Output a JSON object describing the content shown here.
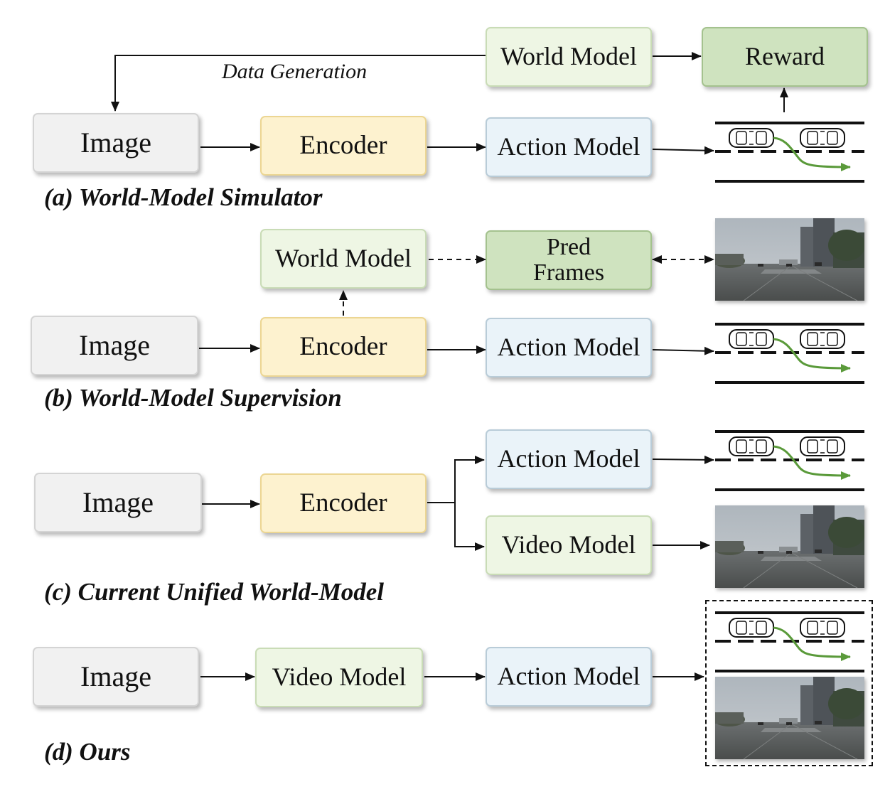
{
  "labels": {
    "world_model": "World Model",
    "reward": "Reward",
    "data_generation": "Data Generation",
    "image": "Image",
    "encoder": "Encoder",
    "action_model": "Action Model",
    "pred_frames": "Pred\nFrames",
    "video_model": "Video Model"
  },
  "captions": {
    "a": "(a) World-Model Simulator",
    "b": "(b) World-Model Supervision",
    "c": "(c) Current Unified World-Model",
    "d": "(d) Ours"
  },
  "colors": {
    "image_box": "#f1f1f1",
    "encoder_box": "#fdf2cf",
    "action_box": "#eaf3f9",
    "world_video_box": "#eef6e4",
    "reward_pred_box": "#cfe3bf",
    "trajectory": "#5a9a3a"
  }
}
